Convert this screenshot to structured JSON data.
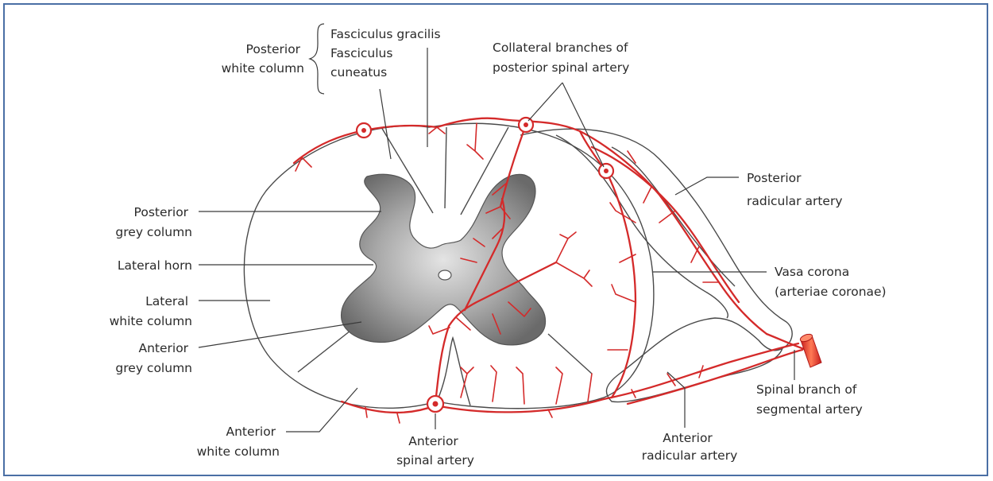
{
  "colors": {
    "frame": "#4a6fa5",
    "artery": "#d42a2a",
    "grey_matter_center": "#d6d6d6",
    "grey_matter_edge": "#6e6e6e",
    "outline": "#4a4a4a"
  },
  "labels": {
    "posterior_white_column": [
      "Posterior",
      "white column"
    ],
    "fasciculus": [
      "Fasciculus gracilis",
      "Fasciculus",
      "cuneatus"
    ],
    "collateral_branches": [
      "Collateral branches of",
      "posterior spinal artery"
    ],
    "posterior_radicular_artery": [
      "Posterior",
      "radicular artery"
    ],
    "posterior_grey_column": [
      "Posterior",
      "grey column"
    ],
    "lateral_horn": [
      "Lateral horn"
    ],
    "lateral_white_column": [
      "Lateral",
      "white column"
    ],
    "anterior_grey_column": [
      "Anterior",
      "grey column"
    ],
    "anterior_white_column": [
      "Anterior",
      "white column"
    ],
    "anterior_spinal_artery": [
      "Anterior",
      "spinal artery"
    ],
    "anterior_radicular_artery": [
      "Anterior",
      "radicular artery"
    ],
    "vasa_corona": [
      "Vasa corona",
      "(arteriae coronae)"
    ],
    "spinal_branch": [
      "Spinal branch of",
      "segmental artery"
    ]
  }
}
